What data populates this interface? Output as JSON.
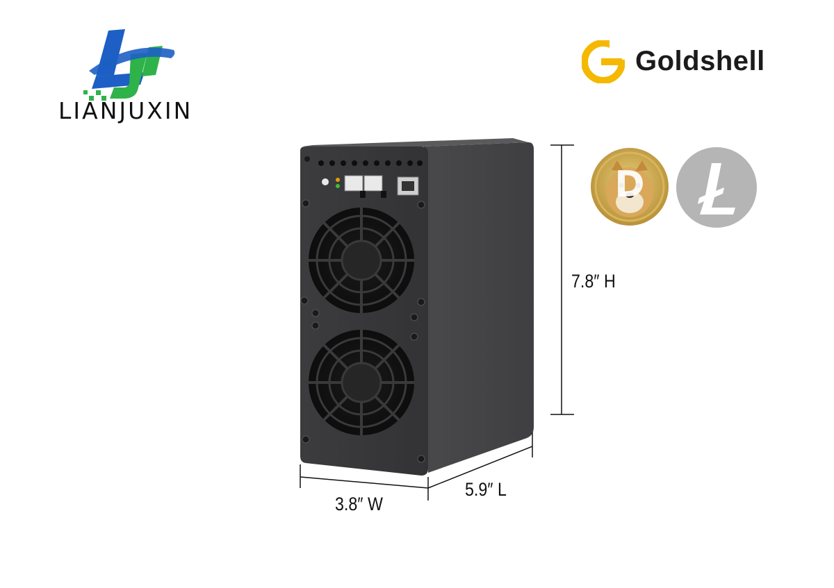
{
  "brand_left": {
    "name": "LIANJUXIN"
  },
  "brand_right": {
    "name": "Goldshell",
    "accent": "#f5b800"
  },
  "coins": [
    {
      "name": "dogecoin-icon",
      "color": "#c9a84a"
    },
    {
      "name": "litecoin-icon",
      "color": "#b5b5b5"
    }
  ],
  "dimensions": {
    "height": "7.8″ H",
    "width": "3.8″ W",
    "length": "5.9″ L"
  },
  "colors": {
    "logo_blue": "#1d5fc4",
    "logo_green": "#2fb24a",
    "device_body": "#3a3a3c"
  }
}
